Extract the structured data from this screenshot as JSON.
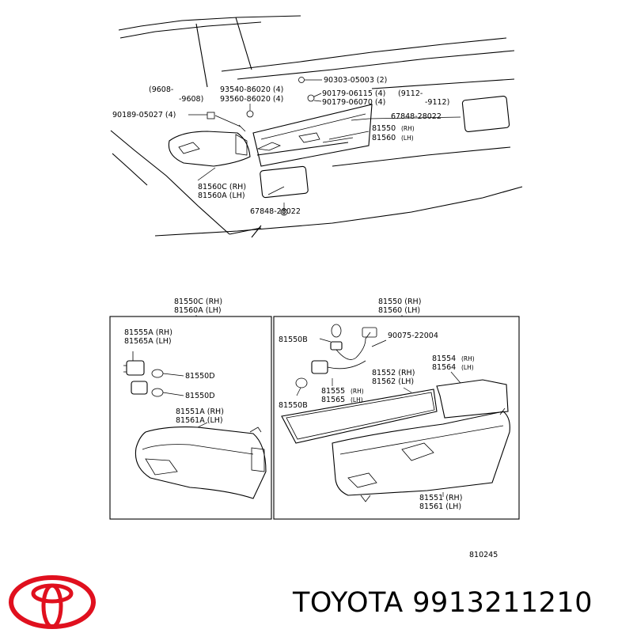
{
  "labels": {
    "date_from": "(9608-",
    "date_to": "-9608)",
    "p_93540": "93540-86020 (4)",
    "p_93560": "93560-86020 (4)",
    "p_90303": "90303-05003 (2)",
    "p_90179a": "90179-06115 (4)",
    "p_90179b": "90179-06070 (4)",
    "date_9112a": "(9112-",
    "date_9112b": "-9112)",
    "p_90189": "90189-05027 (4)",
    "p_67848_r": "67848-28022",
    "p_81550_top": "81550",
    "p_81560_top": "81560",
    "rh": "(RH)",
    "lh": "(LH)",
    "p_81560c": "81560C (RH)",
    "p_81560a": "81560A (LH)",
    "p_67848_b": "67848-28022",
    "box1_81550c": "81550C (RH)",
    "box1_81560a": "81560A (LH)",
    "box2_81550": "81550 (RH)",
    "box2_81560": "81560 (LH)",
    "p_81555a": "81555A (RH)",
    "p_81565a": "81565A (LH)",
    "p_81550d_1": "81550D",
    "p_81550d_2": "81550D",
    "p_81551a": "81551A (RH)",
    "p_81561a": "81561A (LH)",
    "p_81550b_1": "81550B",
    "p_90075": "90075-22004",
    "p_81554": "81554",
    "p_81564": "81564",
    "p_81552": "81552 (RH)",
    "p_81562": "81562 (LH)",
    "p_81555": "81555",
    "p_81565": "81565",
    "p_81550b_2": "81550B",
    "p_81551": "81551 (RH)",
    "p_81561": "81561 (LH)",
    "diagram_code": "810245"
  },
  "brand": {
    "name": "TOYOTA",
    "part_number": "9913211210",
    "logo_icon": "toyota-logo-icon",
    "logo_color": "#e0101e"
  }
}
